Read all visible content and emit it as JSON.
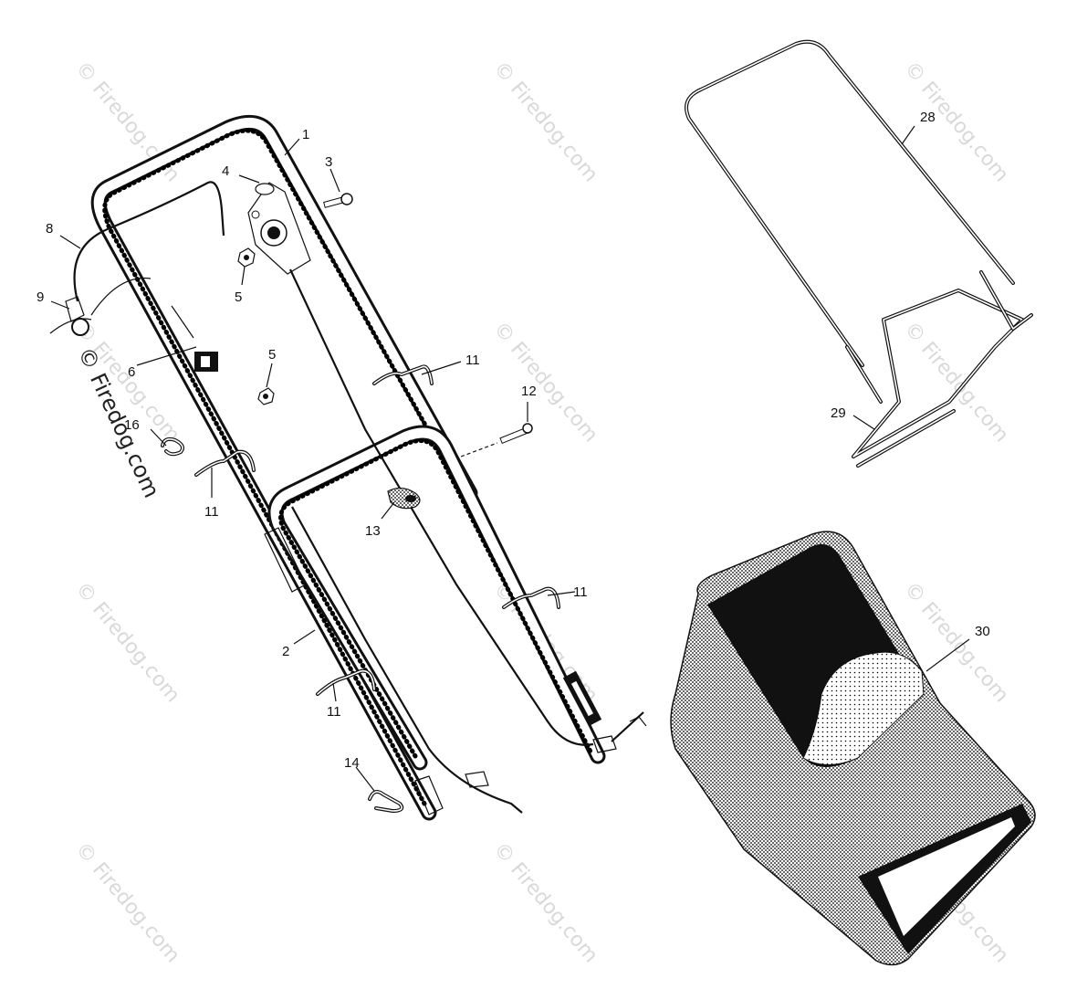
{
  "watermarks": [
    "© Firedog.com",
    "© Firedog.com",
    "© Firedog.com",
    "© Firedog.com",
    "© Firedog.com",
    "© Firedog.com",
    "© Firedog.com",
    "© Firedog.com",
    "© Firedog.com",
    "© Firedog.com",
    "© Firedog.com",
    "© Firedog.com"
  ],
  "brand_mark": "© Firedog.com",
  "callouts": {
    "c1": "1",
    "c2": "2",
    "c3": "3",
    "c4": "4",
    "c5a": "5",
    "c5b": "5",
    "c6": "6",
    "c8": "8",
    "c9": "9",
    "c11a": "11",
    "c11b": "11",
    "c11c": "11",
    "c11d": "11",
    "c11e": "11",
    "c12": "12",
    "c13": "13",
    "c14": "14",
    "c16": "16",
    "c28": "28",
    "c29": "29",
    "c30": "30"
  },
  "colors": {
    "ink": "#111111",
    "watermark": "#d9d9d9",
    "background": "#ffffff"
  }
}
